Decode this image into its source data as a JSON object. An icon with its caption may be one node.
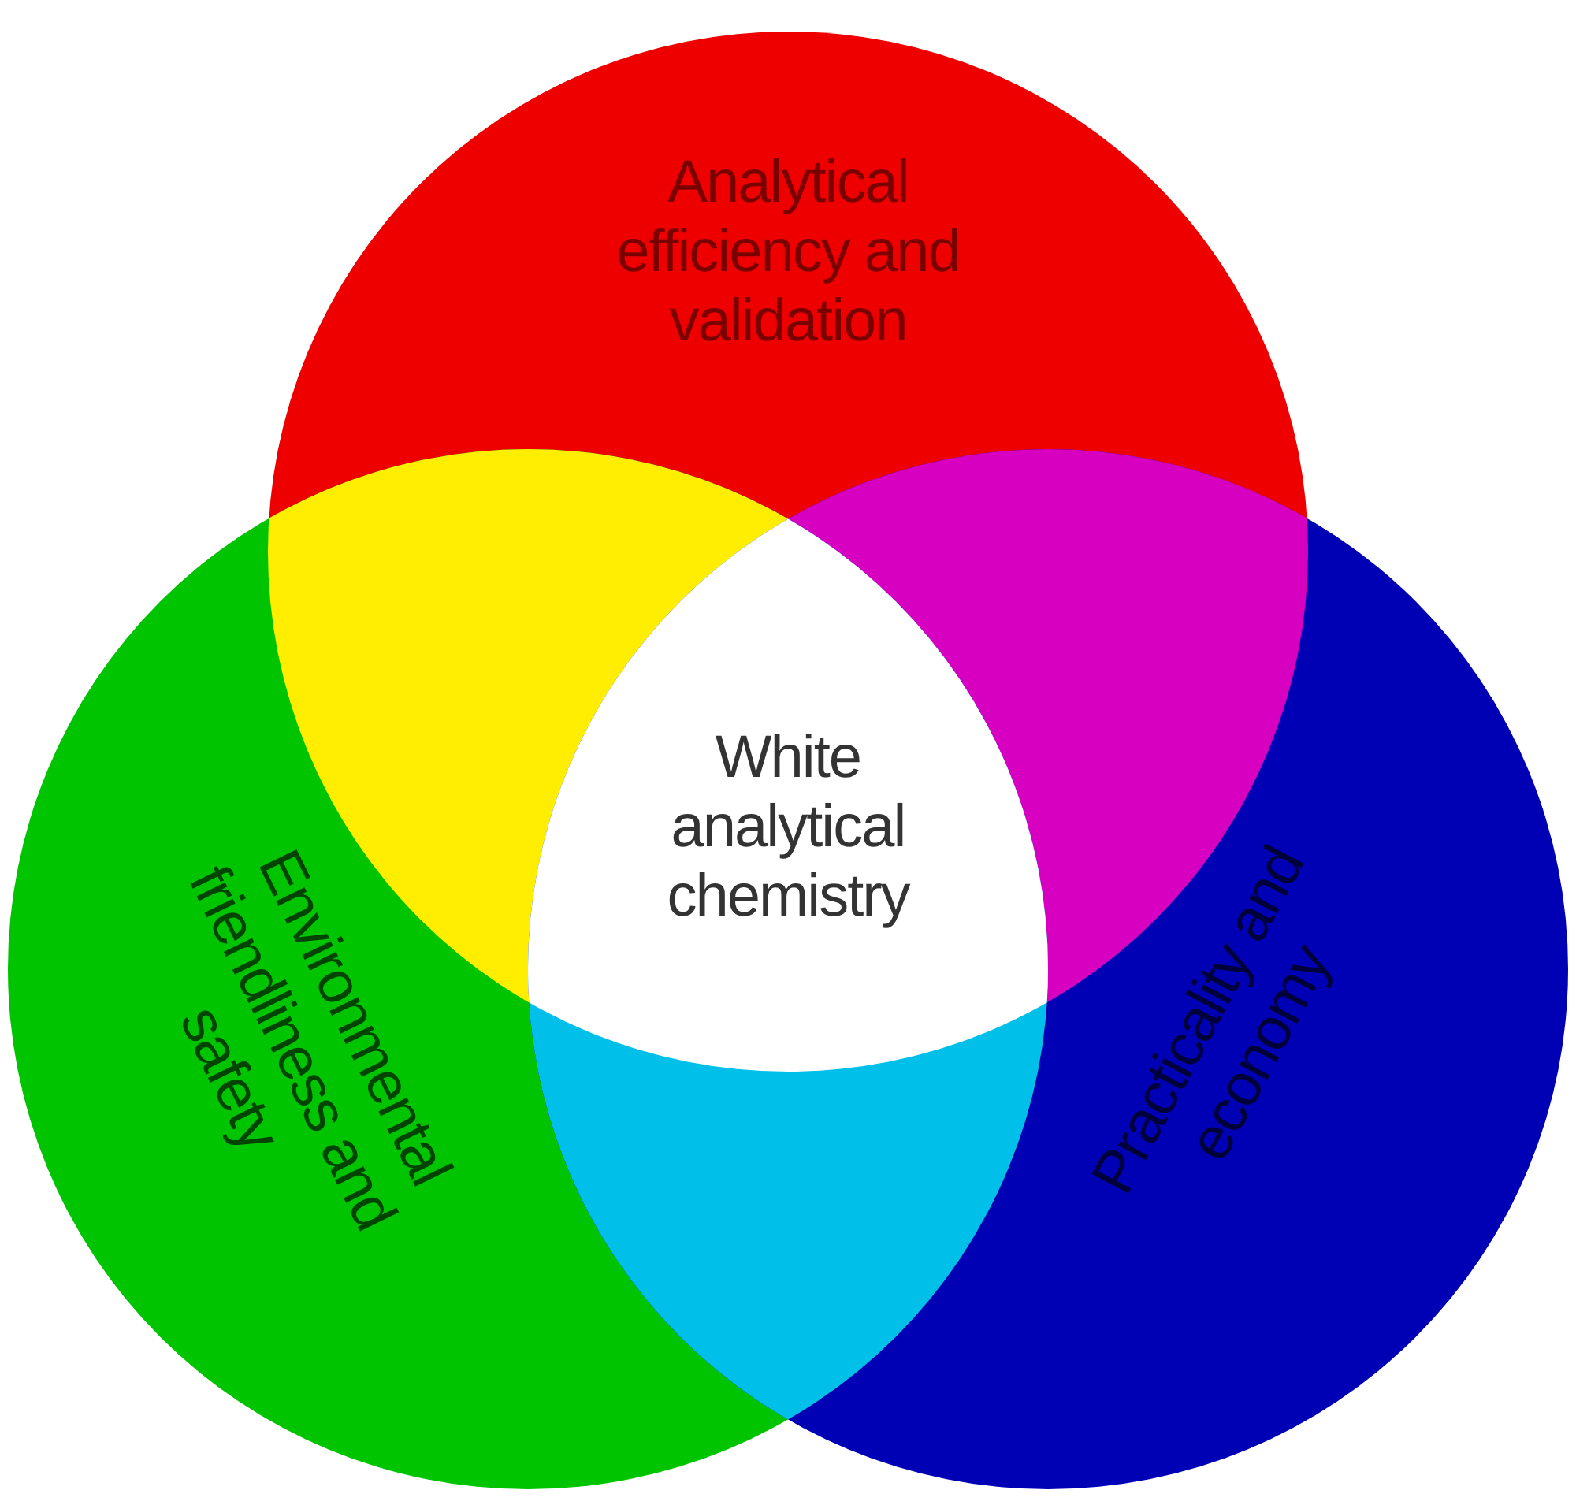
{
  "diagram": {
    "nodes": [
      {
        "text": [
          "Analytical efficiency and validation"
        ]
      },
      {
        "text": [
          "Environmental friendliness and safety"
        ]
      },
      {
        "text": [
          "Practicality and economy"
        ]
      },
      {
        "text": [
          "White analytical chemistry"
        ]
      }
    ]
  }
}
